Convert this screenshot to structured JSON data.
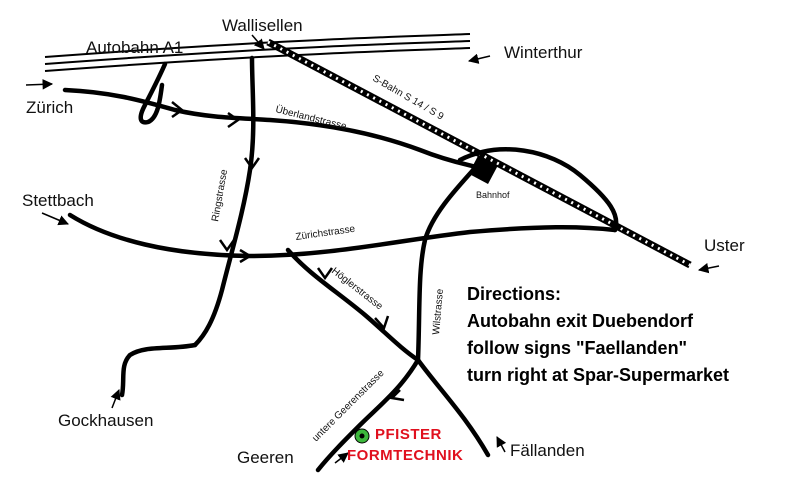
{
  "places": {
    "wallisellen": "Wallisellen",
    "autobahn": "Autobahn A1",
    "winterthur": "Winterthur",
    "zurich": "Zürich",
    "stettbach": "Stettbach",
    "uster": "Uster",
    "gockhausen": "Gockhausen",
    "geeren": "Geeren",
    "fallanden": "Fällanden",
    "bahnhof": "Bahnhof"
  },
  "streets": {
    "sbahn": "S-Bahn  S 14 / S 9",
    "uberland": "Überlandstrasse",
    "ring": "Ringstrasse",
    "zurichstrasse": "Zürichstrasse",
    "hogler": "Höglerstrasse",
    "wil": "Wilstrasse",
    "untere": "untere Geerenstrasse"
  },
  "directions": {
    "heading": "Directions",
    "colon": ":",
    "line1": "Autobahn exit Duebendorf",
    "line2": "follow signs \"Faellanden\"",
    "line3": "turn right at Spar-Supermarket"
  },
  "destination": {
    "line1": "PFISTER",
    "line2": "FORMTECHNIK",
    "color": "#e0101e",
    "marker_color": "#3cb83c"
  }
}
